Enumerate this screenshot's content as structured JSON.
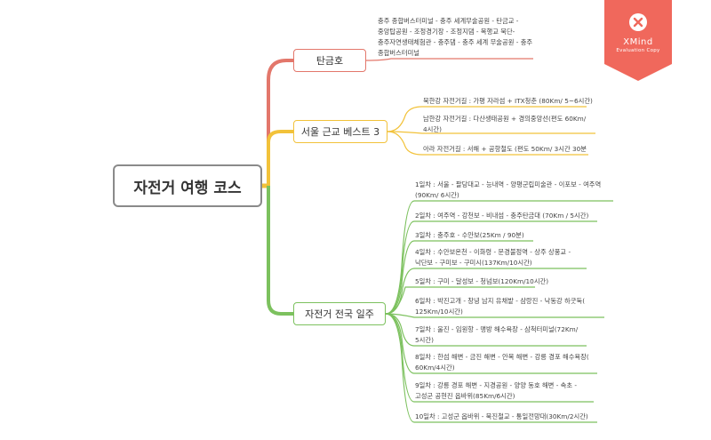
{
  "root": {
    "label": "자전거 여행 코스"
  },
  "branches": [
    {
      "label": "탄금호",
      "leaves": [
        "충주 종합버스터미널 - 충주 세계무술공원 - 탄금교 - 중앙탑공원 - 조정경기장 - 조정지댐 - 목행교 북단- 충주자연생태체험관 - 충주댐 - 충주 세계 무술공원 - 충주 종합버스터미널"
      ]
    },
    {
      "label": "서울 근교 베스트 3",
      "leaves": [
        "북한강 자전거길 : 가평 자라섬 + ITX청춘 (80Km/ 5~6시간)",
        "남한강 자전거길 : 다산생태공원 + 경의중앙선(편도 60Km/ 4시간)",
        "아라 자전거길 : 서해 + 공항철도 (편도 50Km/ 3시간 30분"
      ]
    },
    {
      "label": "자전거 전국 일주",
      "leaves": [
        "1일차 : 서울 - 팔당대교 - 능내역 - 양평군립미술관 - 이포보 - 여주역(90Km/ 6시간)",
        "2일차 : 여주역 - 강천보 - 비내섬 - 충주탄금대 (70Km / 5시간)",
        "3일차 : 충주호 - 수안보(25Km / 90분)",
        "4일차 : 수안보온천 - 이화령 - 문경불정역 - 상주 상풍교 - 낙단보 - 구미보 - 구미시(137Km/10시간)",
        "5일차 : 구미 - 달성보 - 청넘보(120Km/10시간)",
        "6일차 : 박진고개 - 창녕 남지 유채밭 - 삼랑진 - 낙동강 하굿둑( 125Km/10시간)",
        "7일차 : 울진 - 임원항 - 맹방 해수욕장 - 삼척터미널(72Km/ 5시간)",
        "8일차 : 한섬 해변 - 금진 해변 - 안목 해변 - 강릉 경포 해수욕장( 60Km/4시간)",
        "9일차 : 강릉 경포 해변 - 지경공원 - 양양 동호 해변 - 속초 - 고성군 공현진 옵바위(85Km/6시간)",
        "10일차 : 고성군 옵바위 - 북진철교 - 통일전망대(30Km/2시간)"
      ]
    }
  ],
  "watermark": {
    "brand": "XMind",
    "sub": "Evaluation Copy",
    "color": "#f0685c",
    "icon": "xmind-icon"
  },
  "colors": {
    "branch1": "#e3776b",
    "branch2": "#f2c23a",
    "branch3": "#7cc15e"
  }
}
